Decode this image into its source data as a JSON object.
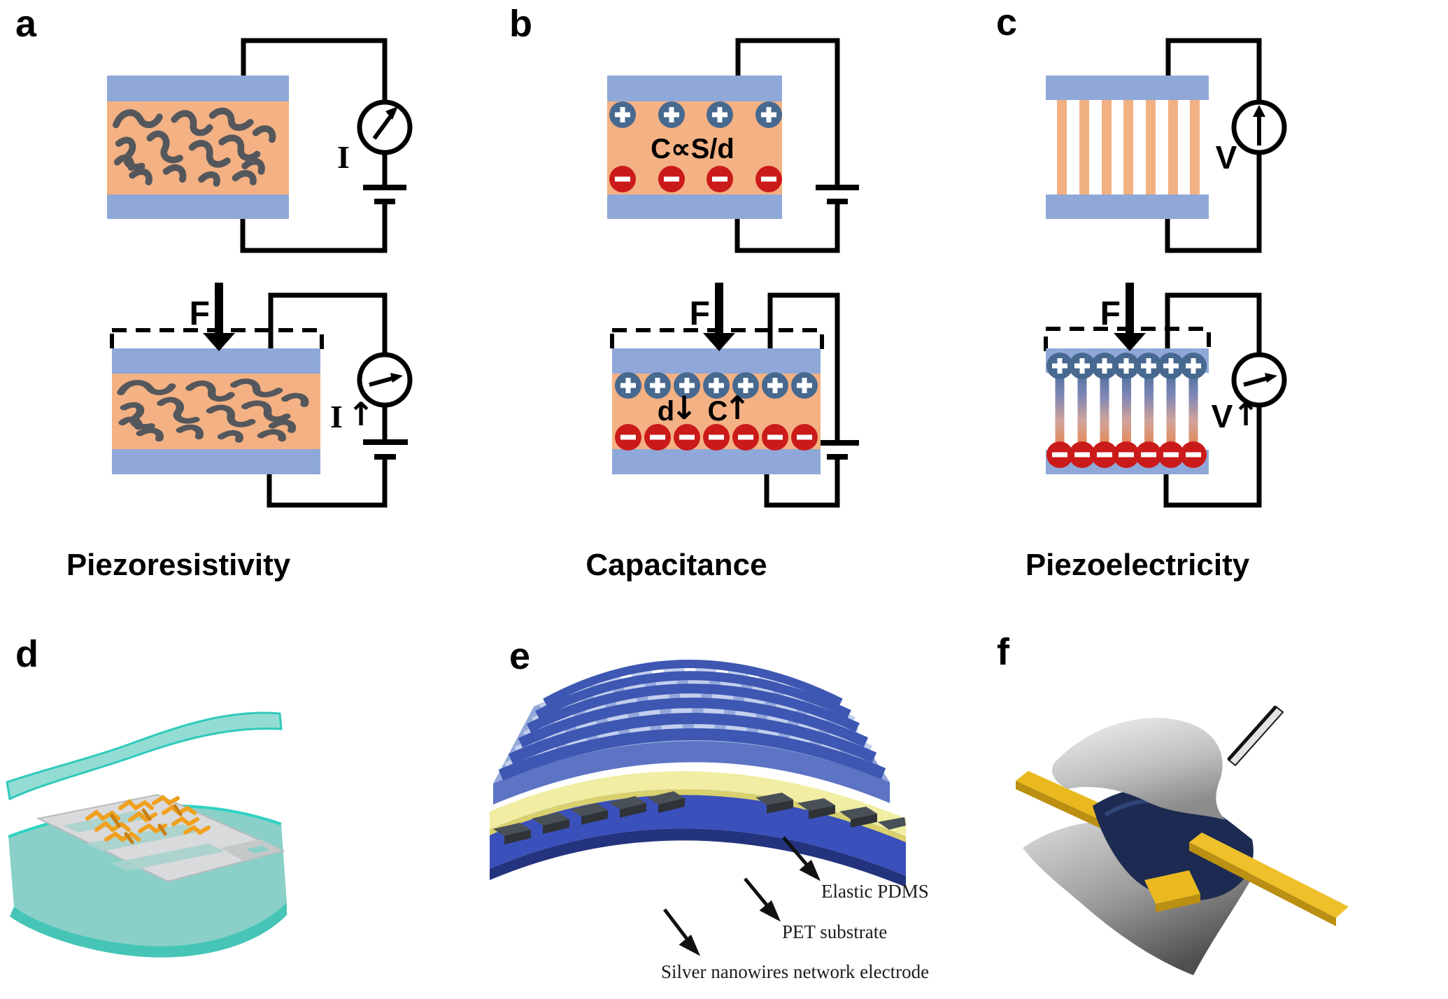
{
  "figure": {
    "title_visible": false,
    "panels": {
      "a": {
        "letter": "a",
        "mechanism": "Piezoresistivity",
        "current_symbol": "I",
        "force_symbol": "F",
        "up_arrow": "↑"
      },
      "b": {
        "letter": "b",
        "mechanism": "Capacitance",
        "formula": "C∝S/d",
        "force_symbol": "F",
        "distance_symbol": "d",
        "down_arrow": "↓",
        "capacitance_symbol": "C",
        "up_arrow": "↑",
        "plus_symbol": "+",
        "minus_symbol": "−"
      },
      "c": {
        "letter": "c",
        "mechanism": "Piezoelectricity",
        "voltage_symbol": "V",
        "force_symbol": "F",
        "up_arrow": "↑",
        "plus_symbol": "+",
        "minus_symbol": "−"
      },
      "d": {
        "letter": "d"
      },
      "e": {
        "letter": "e",
        "annotations": [
          "Elastic PDMS",
          "PET substrate",
          "Silver nanowires network electrode"
        ]
      },
      "f": {
        "letter": "f"
      }
    },
    "colors": {
      "electrode_blue": "#8fa8d8",
      "dielectric_orange": "#f4b183",
      "squiggle_gray": "#54575c",
      "plus_charge_blue": "#47698f",
      "minus_charge_red": "#cb1a1a",
      "wire_black": "#000000",
      "teal_film": "#8ad0c8",
      "nanowire_orange": "#efa11e",
      "pdms_blue": "#5d74c4",
      "pet_yellow": "#f1eda3",
      "substrate_blue": "#3a50bb",
      "electrode_block_gray": "#4a5057",
      "beam_yellow": "#e9b91f",
      "navy_film": "#1d2b52",
      "gray_sheet": "#b9b9b9"
    }
  }
}
